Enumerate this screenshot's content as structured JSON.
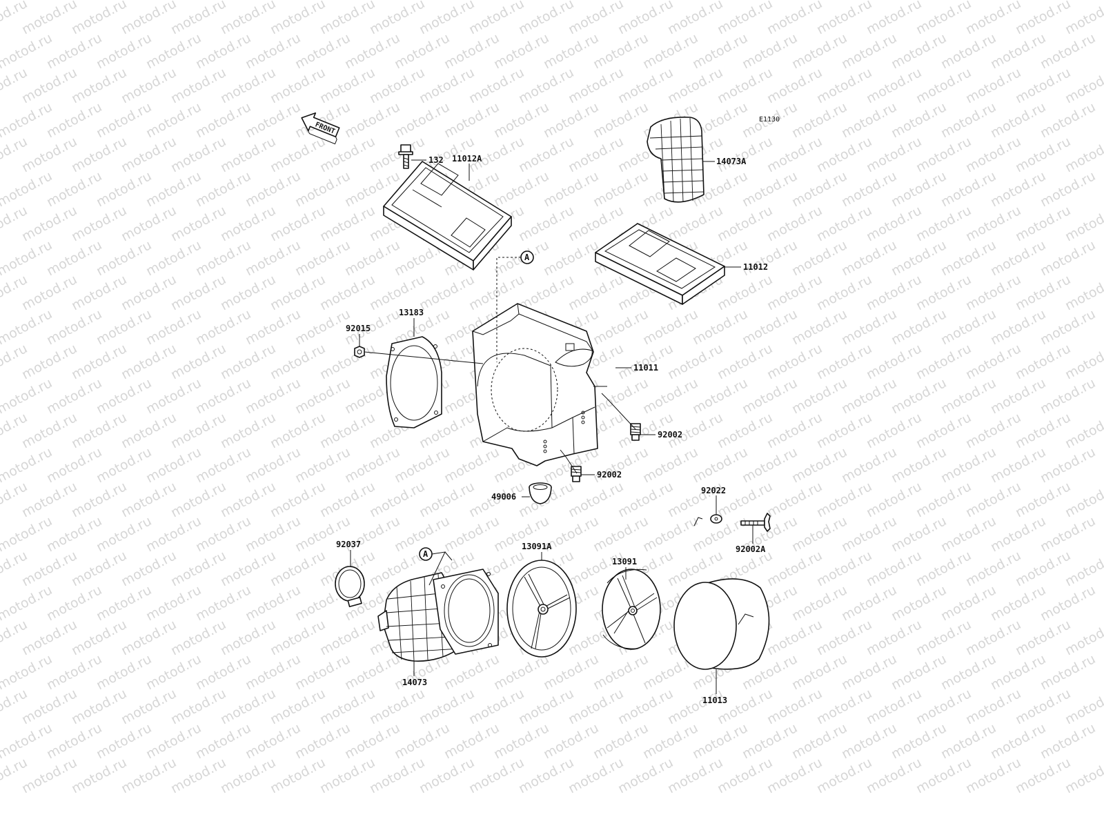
{
  "diagram": {
    "diagram_code": "E1130",
    "front_label": "FRONT",
    "watermark_text": "motod.ru",
    "colors": {
      "line": "#111111",
      "watermark": "#d6d6d6",
      "background": "#ffffff"
    },
    "callouts": [
      {
        "id": "132",
        "text": "132"
      },
      {
        "id": "11012A",
        "text": "11012A"
      },
      {
        "id": "14073A",
        "text": "14073A"
      },
      {
        "id": "11012",
        "text": "11012"
      },
      {
        "id": "13183",
        "text": "13183"
      },
      {
        "id": "92015",
        "text": "92015"
      },
      {
        "id": "11011",
        "text": "11011"
      },
      {
        "id": "92002-right",
        "text": "92002"
      },
      {
        "id": "92002-lower",
        "text": "92002"
      },
      {
        "id": "49006",
        "text": "49006"
      },
      {
        "id": "92022",
        "text": "92022"
      },
      {
        "id": "92002A",
        "text": "92002A"
      },
      {
        "id": "92037",
        "text": "92037"
      },
      {
        "id": "13091A",
        "text": "13091A"
      },
      {
        "id": "13091",
        "text": "13091"
      },
      {
        "id": "14073",
        "text": "14073"
      },
      {
        "id": "11013",
        "text": "11013"
      }
    ],
    "reference_marks": [
      {
        "id": "ref-a-upper",
        "text": "A"
      },
      {
        "id": "ref-a-lower",
        "text": "A"
      }
    ]
  }
}
